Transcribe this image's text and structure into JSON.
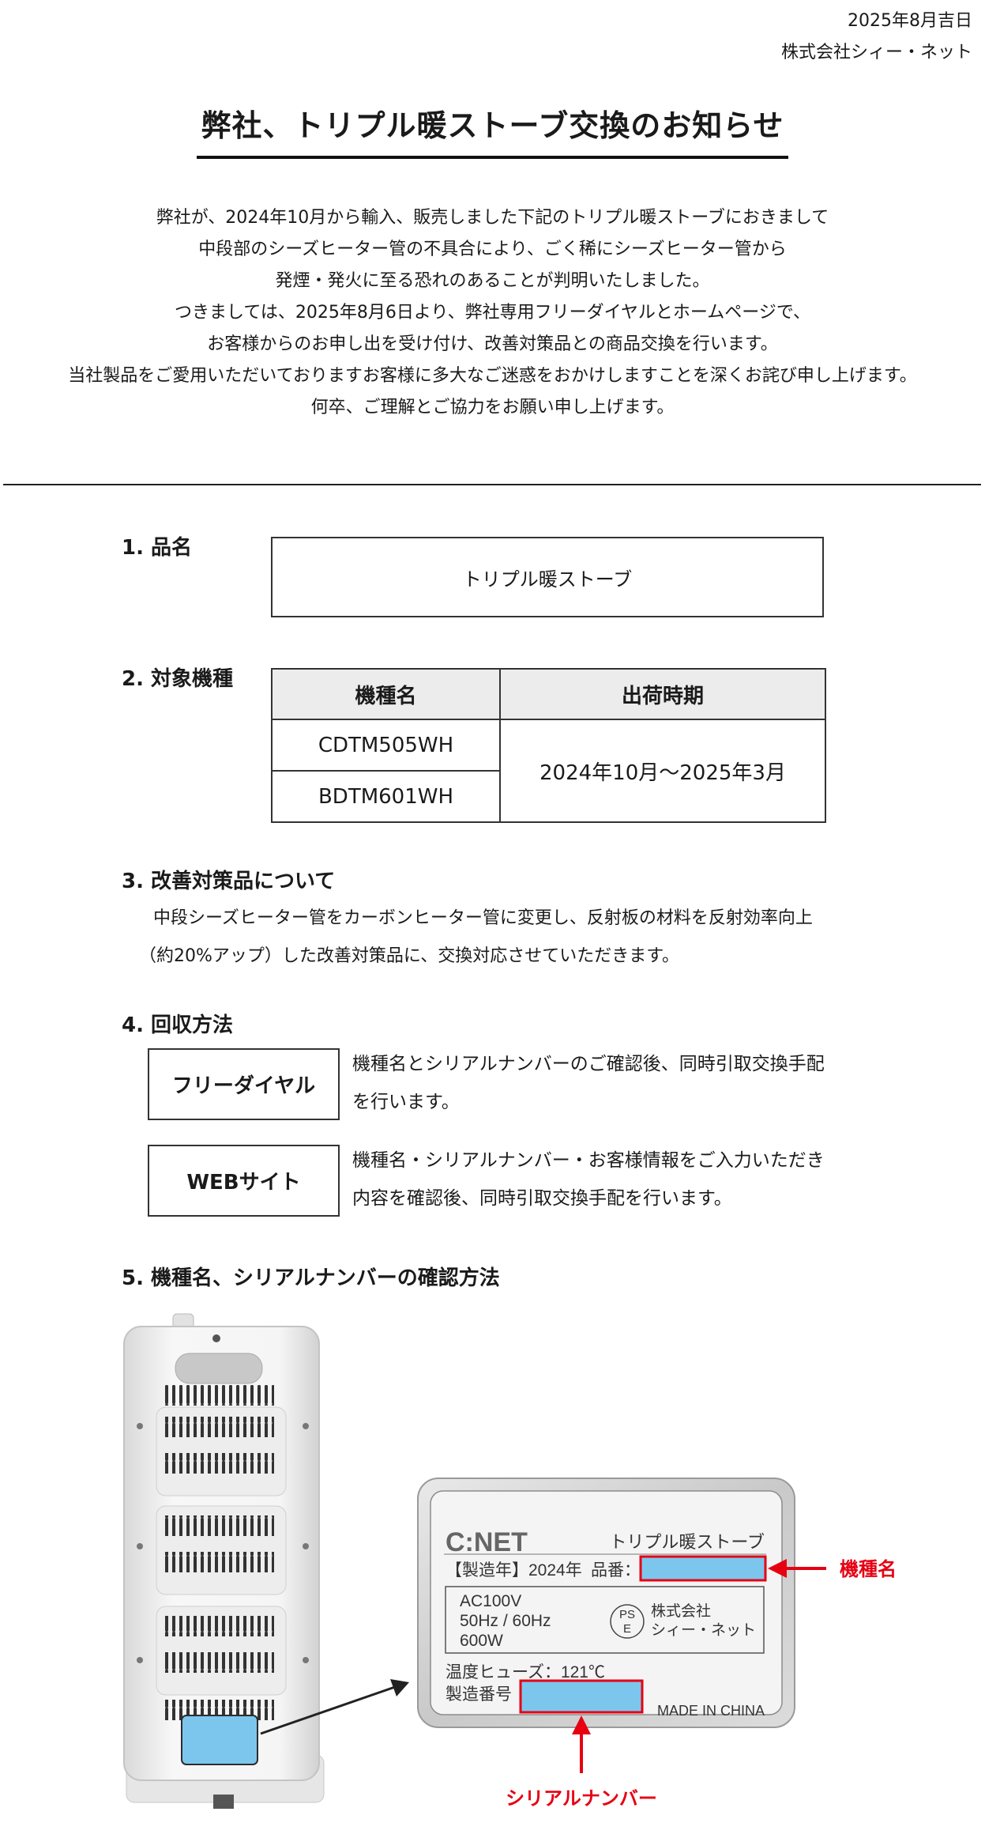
{
  "header": {
    "date": "2025年8月吉日",
    "company": "株式会社シィー・ネット"
  },
  "title": "弊社、トリプル暖ストーブ交換のお知らせ",
  "intro": [
    "弊社が、2024年10月から輸入、販売しました下記のトリプル暖ストーブにおきまして",
    "中段部のシーズヒーター管の不具合により、ごく稀にシーズヒーター管から",
    "発煙・発火に至る恐れのあることが判明いたしました。",
    "つきましては、2025年8月6日より、弊社専用フリーダイヤルとホームページで、",
    "お客様からのお申し出を受け付け、改善対策品との商品交換を行います。",
    "当社製品をご愛用いただいておりますお客様に多大なご迷惑をおかけしますことを深くお詫び申し上げます。",
    "何卒、ご理解とご協力をお願い申し上げます。"
  ],
  "section1": {
    "heading": "1. 品名",
    "product": "トリプル暖ストーブ"
  },
  "section2": {
    "heading": "2. 対象機種",
    "col_model": "機種名",
    "col_period": "出荷時期",
    "models": [
      "CDTM505WH",
      "BDTM601WH"
    ],
    "period": "2024年10月～2025年3月"
  },
  "section3": {
    "heading": "3. 改善対策品について",
    "lines": [
      "中段シーズヒーター管をカーボンヒーター管に変更し、反射板の材料を反射効率向上",
      "（約20%アップ）した改善対策品に、交換対応させていただきます。"
    ]
  },
  "section4": {
    "heading": "4. 回収方法",
    "methods": [
      {
        "label": "フリーダイヤル",
        "lines": [
          "機種名とシリアルナンバーのご確認後、同時引取交換手配",
          "を行います。"
        ]
      },
      {
        "label": "WEBサイト",
        "lines": [
          "機種名・シリアルナンバー・お客様情報をご入力いただき",
          "内容を確認後、同時引取交換手配を行います。"
        ]
      }
    ]
  },
  "section5": {
    "heading": "5. 機種名、シリアルナンバーの確認方法",
    "label_plate": {
      "brand": "C:NET",
      "product": "トリプル暖ストーブ",
      "year_label": "【製造年】2024年",
      "part_label": "品番：",
      "spec_lines": [
        "AC100V",
        "50Hz / 60Hz",
        "600W"
      ],
      "pse_top": "PS",
      "pse_bottom": "E",
      "maker_lines": [
        "株式会社",
        "シィー・ネット"
      ],
      "fuse": "温度ヒューズ：121℃",
      "serial_label": "製造番号",
      "origin": "MADE IN CHINA"
    },
    "callout_model": "機種名",
    "callout_serial": "シリアルナンバー",
    "colors": {
      "highlight": "#7cc6ee",
      "accent": "#e60012"
    }
  }
}
